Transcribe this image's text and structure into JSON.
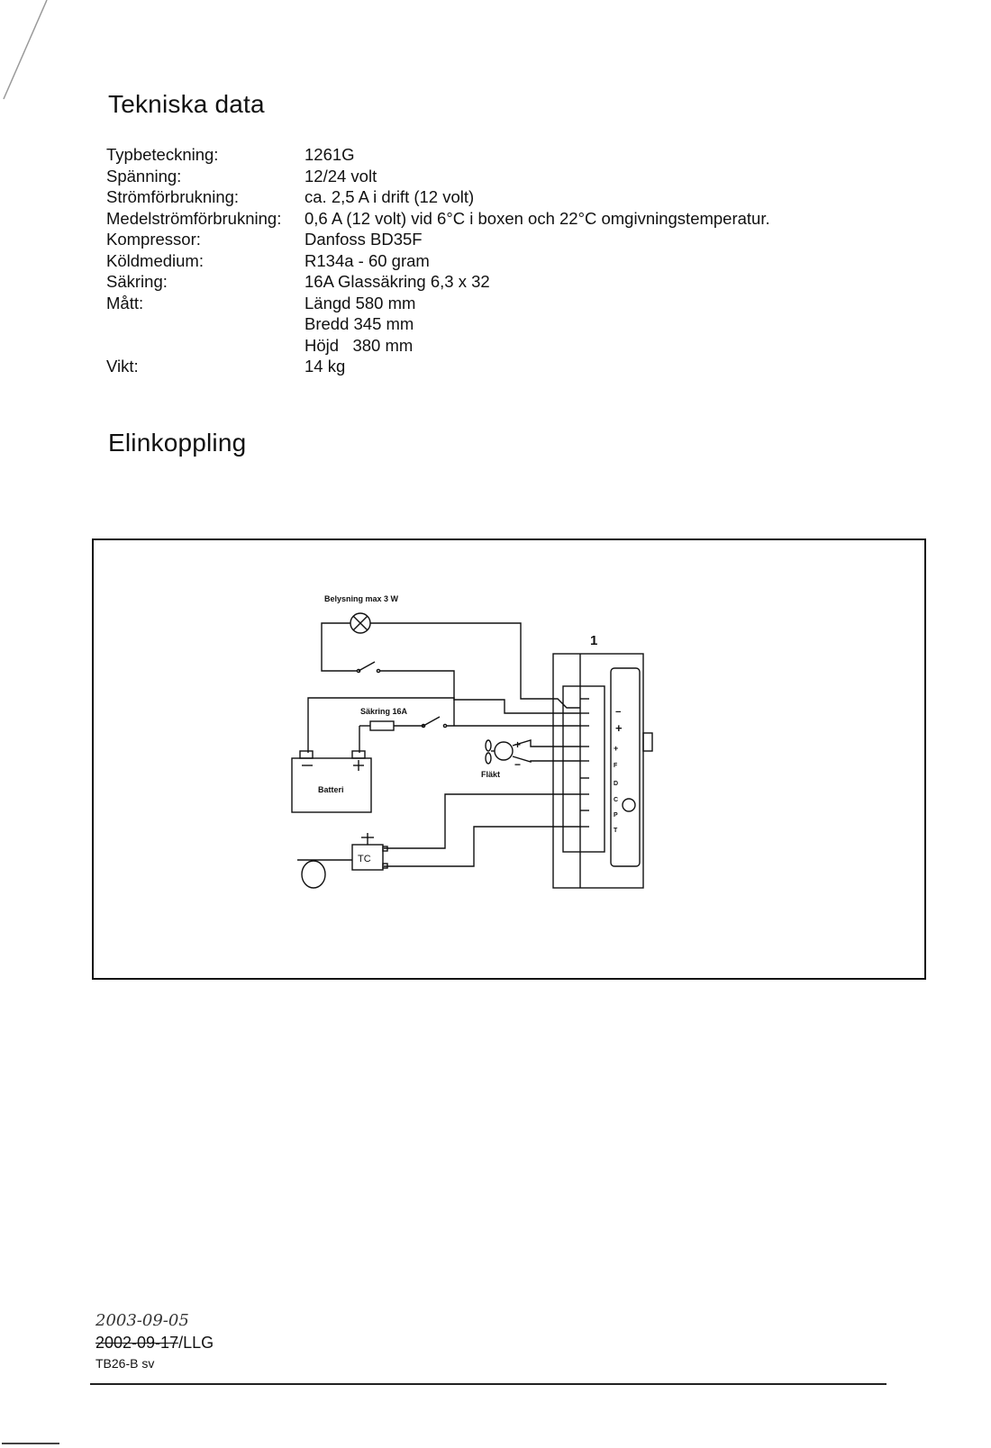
{
  "headings": {
    "technical": "Tekniska data",
    "wiring": "Elinkoppling"
  },
  "specs": [
    {
      "label": "Typbeteckning:",
      "value": "1261G"
    },
    {
      "label": "Spänning:",
      "value": "12/24 volt"
    },
    {
      "label": "Strömförbrukning:",
      "value": "ca. 2,5 A i drift (12 volt)"
    },
    {
      "label": "Medelströmförbrukning:",
      "value": "0,6 A (12 volt) vid 6°C i boxen och 22°C omgivningstemperatur."
    },
    {
      "label": "Kompressor:",
      "value": "Danfoss BD35F"
    },
    {
      "label": "Köldmedium:",
      "value": "R134a - 60 gram"
    },
    {
      "label": "Säkring:",
      "value": "16A Glassäkring 6,3 x 32"
    },
    {
      "label": "Mått:",
      "value": "Längd 580 mm"
    },
    {
      "label": "",
      "value": "Bredd 345 mm"
    },
    {
      "label": "",
      "value": "Höjd   380 mm"
    },
    {
      "label": "Vikt:",
      "value": "14 kg"
    }
  ],
  "diagram": {
    "lamp_label": "Belysning max 3 W",
    "fuse_label": "Säkring 16A",
    "battery_label": "Batteri",
    "fan_label": "Fläkt",
    "thermostat_label": "TC",
    "module_number": "1",
    "terminal_labels": [
      "−",
      "+",
      "+",
      "F",
      "D",
      "C",
      "P",
      "T"
    ],
    "plus_sign": "+",
    "minus_sign": "−"
  },
  "footer": {
    "handwritten_date": "2003-09-05",
    "struck_date": "2002-09-17",
    "signature_suffix": "/LLG",
    "doc_code": "TB26-B sv"
  }
}
